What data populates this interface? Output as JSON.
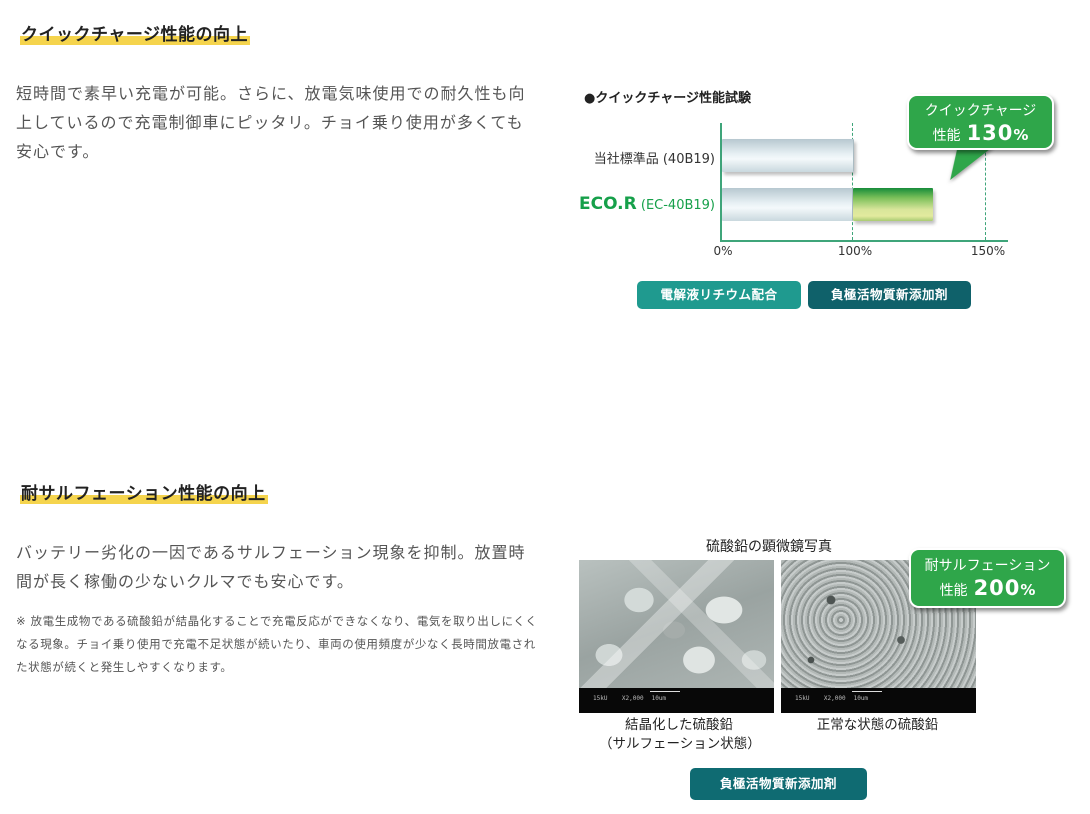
{
  "section1": {
    "heading": "クイックチャージ性能の向上",
    "body": "短時間で素早い充電が可能。さらに、放電気味使用での耐久性も向上しているので充電制御車にピッタリ。チョイ乗り使用が多くても安心です。",
    "chart": {
      "title": "●クイックチャージ性能試験",
      "rows": [
        {
          "label": "当社標準品 (40B19)"
        },
        {
          "brand": "ECO.R",
          "model": " (EC-40B19)"
        }
      ],
      "ticks": [
        "0%",
        "100%",
        "150%"
      ],
      "bubble": {
        "line1": "クイックチャージ",
        "line2_prefix": "性能",
        "value": "130",
        "unit": "%"
      }
    },
    "tags": [
      "電解液リチウム配合",
      "負極活物質新添加剤"
    ]
  },
  "section2": {
    "heading": "耐サルフェーション性能の向上",
    "body": "バッテリー劣化の一因であるサルフェーション現象を抑制。放置時間が長く稼働の少ないクルマでも安心です。",
    "note": "※ 放電生成物である硫酸鉛が結晶化することで充電反応ができなくなり、電気を取り出しにくくなる現象。チョイ乗り使用で充電不足状態が続いたり、車両の使用頻度が少なく長時間放電された状態が続くと発生しやすくなります。",
    "photo_title": "硫酸鉛の顕微鏡写真",
    "photos": [
      {
        "scale_text_a": "15kU",
        "scale_text_b": "X2,000",
        "scale_text_c": "10um",
        "caption_line1": "結晶化した硫酸鉛",
        "caption_line2": "（サルフェーション状態）"
      },
      {
        "scale_text_a": "15kU",
        "scale_text_b": "X2,000",
        "scale_text_c": "10um",
        "caption_line1": "正常な状態の硫酸鉛",
        "caption_line2": ""
      }
    ],
    "bubble": {
      "line1": "耐サルフェーション",
      "line2_prefix": "性能",
      "value": "200",
      "unit": "%"
    },
    "tag": "負極活物質新添加剤"
  },
  "colors": {
    "highlight": "#f5d44d",
    "bubble_green": "#2fa64a",
    "axis_green": "#3fa57a",
    "eco_green": "#16a04a",
    "tag_teal": "#1f9a8f",
    "tag_dark_teal": "#0f616a"
  },
  "chart_data": {
    "type": "bar",
    "orientation": "horizontal",
    "title": "●クイックチャージ性能試験",
    "categories": [
      "当社標準品 (40B19)",
      "ECO.R (EC-40B19)"
    ],
    "values": [
      100,
      130
    ],
    "unit": "%",
    "xlabel": "",
    "ylabel": "",
    "x_ticks": [
      "0%",
      "100%",
      "150%"
    ],
    "xlim": [
      0,
      150
    ],
    "grid": "dashed vertical lines at 100% and 150%",
    "annotation": "クイックチャージ 性能 130%"
  }
}
